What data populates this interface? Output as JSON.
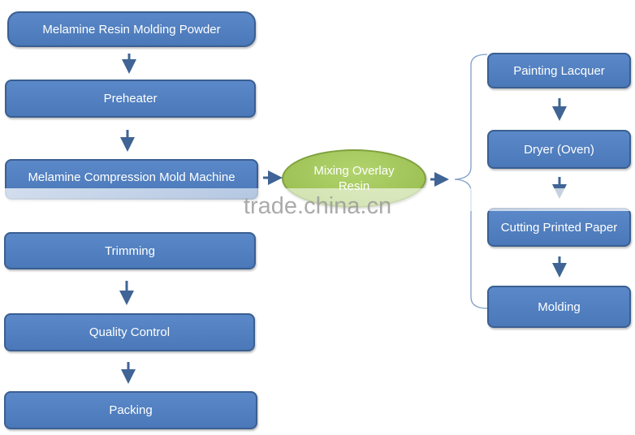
{
  "left_column": [
    "Melamine Resin Molding Powder",
    "Preheater",
    "Melamine Compression Mold Machine",
    "Trimming",
    "Quality Control",
    "Packing"
  ],
  "center": {
    "label": "Mixing Overlay\nResin"
  },
  "right_column": [
    "Painting Lacquer",
    "Dryer (Oven)",
    "Cutting Printed Paper",
    "Molding"
  ],
  "watermark": "trade.china.cn",
  "colors": {
    "box_fill": "#4f7dbe",
    "box_border": "#3a5f92",
    "ellipse_fill": "#a3c95d",
    "arrow": "#3f6495"
  }
}
